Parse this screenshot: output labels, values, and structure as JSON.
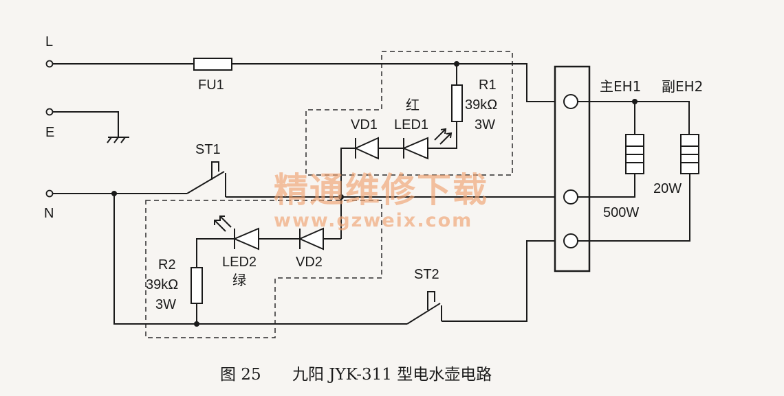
{
  "terminals": {
    "live": "L",
    "earth": "E",
    "neutral": "N"
  },
  "fuse": {
    "label": "FU1"
  },
  "switches": {
    "st1": "ST1",
    "st2": "ST2"
  },
  "r1": {
    "name": "R1",
    "value": "39kΩ",
    "power": "3W"
  },
  "r2": {
    "name": "R2",
    "value": "39kΩ",
    "power": "3W"
  },
  "diodes": {
    "vd1": "VD1",
    "vd2": "VD2"
  },
  "led1": {
    "color": "红",
    "name": "LED1"
  },
  "led2": {
    "name": "LED2",
    "color": "绿"
  },
  "heaters": {
    "main": {
      "label": "主EH1",
      "power": "500W"
    },
    "aux": {
      "label": "副EH2",
      "power": "20W"
    }
  },
  "watermark": {
    "line1": "精通维修下载",
    "line2": "www.gzweix.com"
  },
  "caption": {
    "fig": "图 25",
    "title": "九阳 JYK-311 型电水壶电路"
  },
  "colors": {
    "ink": "#1a1a1a",
    "paper": "#f7f5f2",
    "watermark": "#f0a372"
  }
}
